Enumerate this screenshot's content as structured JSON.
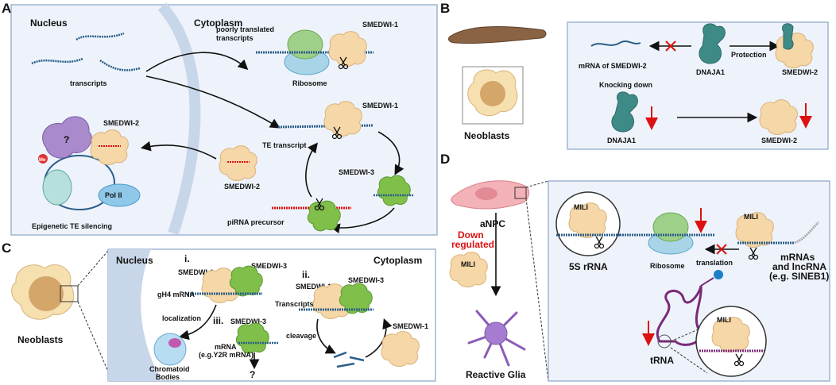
{
  "panels": {
    "a": {
      "letter": "A",
      "nucleus": "Nucleus",
      "cytoplasm": "Cytoplasm",
      "poorly_translated": [
        "poorly translated",
        "transcripts"
      ],
      "smedwi1_top": "SMEDWI-1",
      "ribosome": "Ribosome",
      "transcripts": "transcripts",
      "smedwi2_top": "SMEDWI-2",
      "question": "?",
      "me": "Me",
      "pol2": "Pol II",
      "epigenetic": "Epigenetic TE silencing",
      "te_transcript": "TE transcript",
      "smedwi1_mid": "SMEDWI-1",
      "smedwi2_mid": "SMEDWI-2",
      "smedwi3": "SMEDWI-3",
      "pirna_precursor": "piRNA precursor"
    },
    "b": {
      "letter": "B",
      "neoblasts": "Neoblasts",
      "mrna_smedwi2": "mRNA of SMEDWI-2",
      "dnaja1_top": "DNAJA1",
      "protection": "Protection",
      "smedwi2_top": "SMEDWI-2",
      "knocking_down": "Knocking down",
      "dnaja1_bottom": "DNAJA1",
      "smedwi2_bottom": "SMEDWI-2"
    },
    "c": {
      "letter": "C",
      "neoblasts": "Neoblasts",
      "nucleus": "Nucleus",
      "cytoplasm": "Cytoplasm",
      "i": "i.",
      "ii": "ii.",
      "iii": "iii.",
      "smedwi1_i": "SMEDWI-1",
      "smedwi3_i": "SMEDWI-3",
      "gh4": "gH4 mRNA",
      "localization": "localization",
      "chromatoid": [
        "Chromatoid",
        "Bodies"
      ],
      "smedwi3_iii": "SMEDWI-3",
      "mrna_iii": [
        "mRNA",
        "(e.g.Y2R mRNA)"
      ],
      "question": "?",
      "smedwi1_ii": "SMEDWI-1",
      "smedwi3_ii": "SMEDWI-3",
      "transcripts": "Transcripts",
      "cleavage": "cleavage",
      "smedwi1_right": "SMEDWI-1"
    },
    "d": {
      "letter": "D",
      "anpc": "aNPC",
      "down_regulated": [
        "Down",
        "regulated"
      ],
      "mili_small": "MILI",
      "reactive_glia": "Reactive Glia",
      "mili_circle1": "MILI",
      "rrna": "5S rRNA",
      "ribosome": "Ribosome",
      "translation": "translation",
      "mili_right": "MILI",
      "mrnas": [
        "mRNAs",
        "and lncRNA",
        "(e.g. SINEB1)"
      ],
      "trna": "tRNA",
      "mili_circle2": "MILI"
    }
  },
  "colors": {
    "piwi_fill": "#f5d7a8",
    "green": "#7fbf4a",
    "teal": "#3e8a86",
    "rna_blue": "#2b5f8a",
    "red": "#dd1111",
    "purple": "#8a5bb8",
    "panel_bg": "#eef3fb",
    "panel_border": "#8aa3c9"
  }
}
